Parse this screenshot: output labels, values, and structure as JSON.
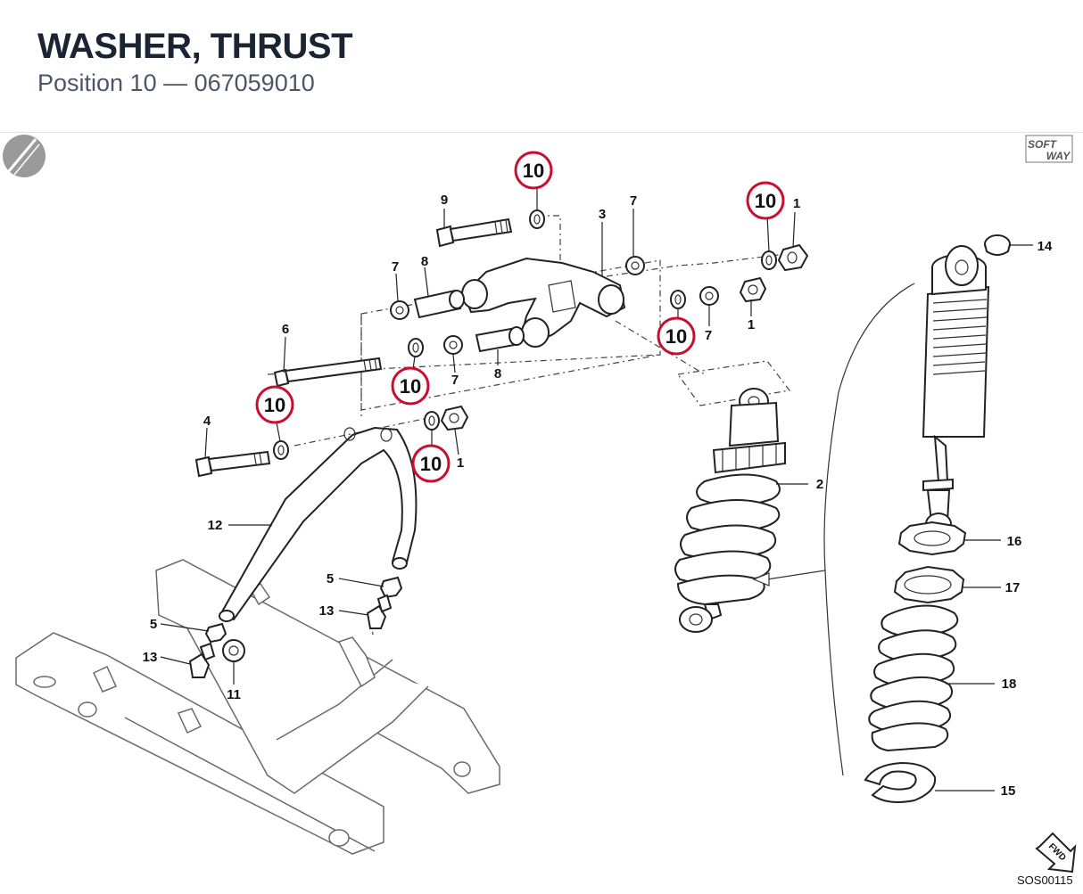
{
  "header": {
    "title": "WASHER, THRUST",
    "subtitle": "Position 10 — 067059010"
  },
  "diagram": {
    "callouts": {
      "c9": "9",
      "c3": "3",
      "c7a": "7",
      "c1a": "1",
      "c14": "14",
      "c7b": "7",
      "c8a": "8",
      "c6": "6",
      "c7c": "7",
      "c1b": "1",
      "c7d": "7",
      "c8b": "8",
      "c4": "4",
      "c1c": "1",
      "c2": "2",
      "c12": "12",
      "c16": "16",
      "c17": "17",
      "c5a": "5",
      "c13a": "13",
      "c5b": "5",
      "c13b": "13",
      "c11": "11",
      "c18": "18",
      "c15": "15"
    },
    "highlight": {
      "label": "10",
      "color": "#c8102e"
    },
    "brand": {
      "line1": "SOFT",
      "line2": "WAY"
    },
    "fwd_label": "FWD",
    "drawing_code": "SOS00115"
  }
}
